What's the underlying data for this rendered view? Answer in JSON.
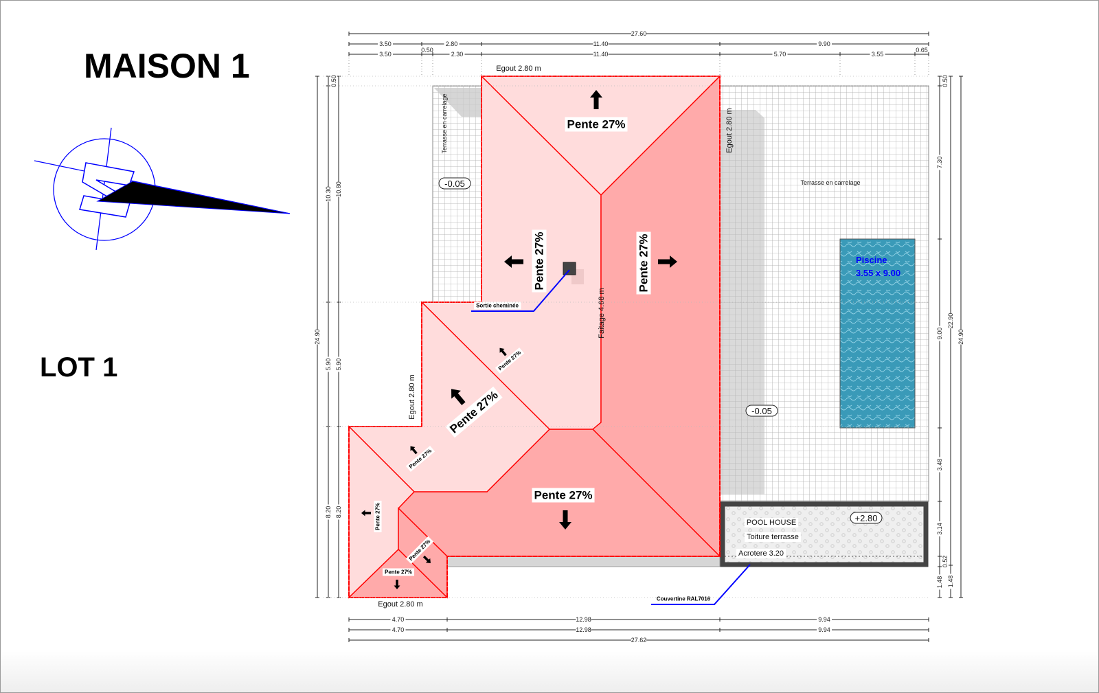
{
  "title": "MAISON 1",
  "lot": "LOT 1",
  "colors": {
    "roof_light": "#ffdcdc",
    "roof_dark": "#ffaaaa",
    "ridge": "#ff0000",
    "annotation": "#0000ff",
    "pool": "#3a9ab8"
  },
  "dimensions": {
    "top": [
      "27.60",
      "3.50",
      "2.80",
      "11.40",
      "9.90",
      "3.50",
      "0.50",
      "2.30",
      "11.40",
      "5.70",
      "3.55",
      "0.65"
    ],
    "bottom": [
      "4.70",
      "12.98",
      "9.94",
      "4.70",
      "12.98",
      "9.94",
      "27.62"
    ],
    "left": [
      "24.90",
      "0.50",
      "10.30",
      "5.90",
      "8.20",
      "10.80",
      "5.90",
      "8.20"
    ],
    "right": [
      "0.50",
      "7.30",
      "9.00",
      "3.48",
      "3.14",
      "0.52",
      "1.48",
      "22.90",
      "1.48",
      "24.90"
    ]
  },
  "roof": {
    "slope": "Pente 27%",
    "eaves": "Egout 2.80 m",
    "ridge": "Faitage 4.68 m",
    "chimney": "Sortie cheminée"
  },
  "terrace": {
    "label": "Terrasse en carrelage",
    "level": "-0.05"
  },
  "pool": {
    "name": "Piscine",
    "size": "3.55 x 9.00"
  },
  "pool_house": {
    "name": "POOL HOUSE",
    "roof": "Toiture terrasse",
    "parapet": "Acrotere 3.20",
    "level": "+2.80",
    "coping": "Couvertine RAL7016"
  }
}
